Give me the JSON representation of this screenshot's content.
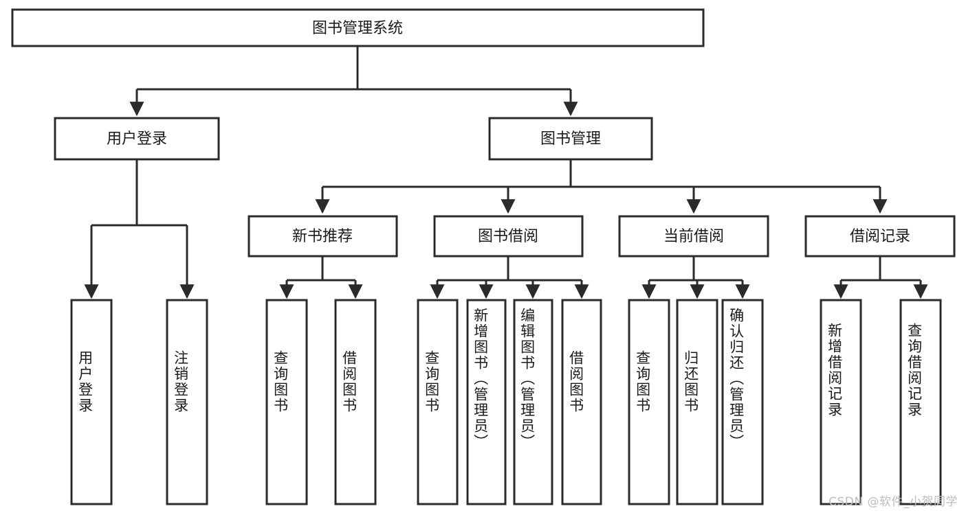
{
  "diagram": {
    "title": "图书管理系统",
    "type": "tree-hierarchy",
    "orientation": "top-down",
    "colors": {
      "box_stroke": "#2b2b2b",
      "box_fill": "#ffffff",
      "connector": "#2b2b2b",
      "text": "#1a1a1a",
      "background": "#ffffff",
      "watermark": "#bdbdbd"
    },
    "root": {
      "label": "图书管理系统"
    },
    "level1": [
      {
        "label": "用户登录"
      },
      {
        "label": "图书管理"
      }
    ],
    "level2": [
      {
        "label": "新书推荐"
      },
      {
        "label": "图书借阅"
      },
      {
        "label": "当前借阅"
      },
      {
        "label": "借阅记录"
      }
    ],
    "leaves": {
      "user_login": [
        {
          "label": "用户登录"
        },
        {
          "label": "注销登录"
        }
      ],
      "new_book_recommend": [
        {
          "label": "查询图书"
        },
        {
          "label": "借阅图书"
        }
      ],
      "book_borrow": [
        {
          "label": "查询图书"
        },
        {
          "label": "新增图书（管理员）"
        },
        {
          "label": "编辑图书（管理员）"
        },
        {
          "label": "借阅图书"
        }
      ],
      "current_borrow": [
        {
          "label": "查询图书"
        },
        {
          "label": "归还图书"
        },
        {
          "label": "确认归还（管理员）"
        }
      ],
      "borrow_record": [
        {
          "label": "新增借阅记录"
        },
        {
          "label": "查询借阅记录"
        }
      ]
    }
  },
  "watermark": {
    "text": "CSDN @软件_小贺同学"
  }
}
